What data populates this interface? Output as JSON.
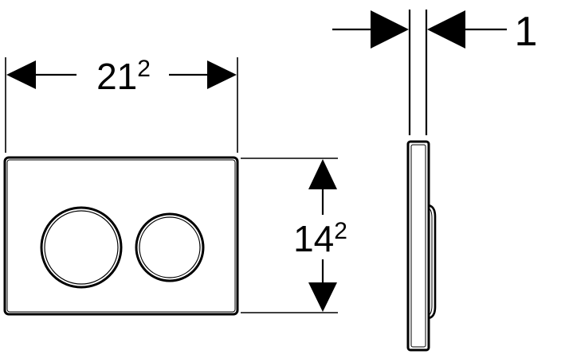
{
  "colors": {
    "line": "#000000",
    "background": "#ffffff"
  },
  "diagram": {
    "front_view": {
      "buttons": [
        "large-flush-button",
        "small-flush-button"
      ]
    },
    "dimensions": {
      "width": {
        "base": "21",
        "sup": "2"
      },
      "height": {
        "base": "14",
        "sup": "2"
      },
      "depth": {
        "base": "1"
      }
    }
  }
}
